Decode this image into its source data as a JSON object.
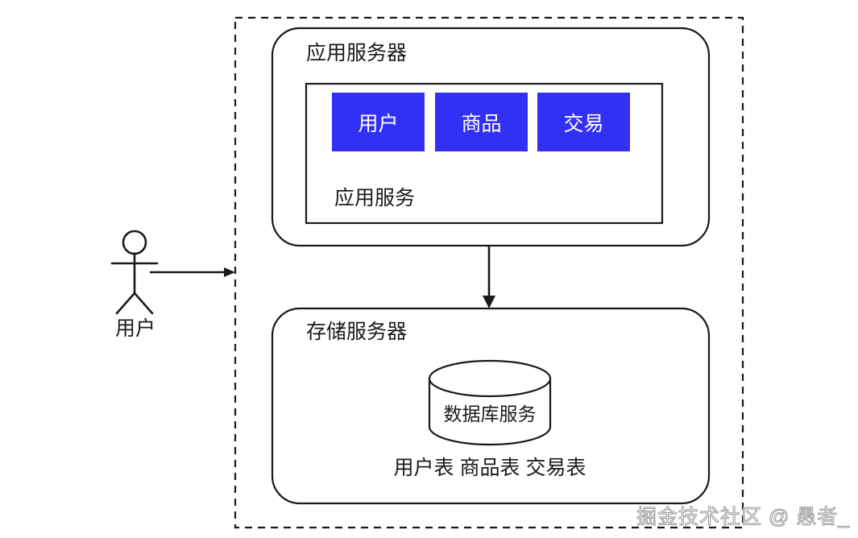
{
  "diagram": {
    "title_absent": true,
    "boundary": {
      "name": "system-boundary",
      "style": "dashed",
      "color": "#1a1a1a"
    },
    "actor": {
      "label": "用户",
      "icon": "stick-figure-actor"
    },
    "flow_arrow_actor": {
      "name": "actor-to-system-arrow",
      "direction": "right"
    },
    "app_server": {
      "title": "应用服务器",
      "inner_box": {
        "label": "应用服务",
        "modules": [
          {
            "label": "用户",
            "color": "#3330f5"
          },
          {
            "label": "商品",
            "color": "#3330f5"
          },
          {
            "label": "交易",
            "color": "#3330f5"
          }
        ]
      }
    },
    "flow_arrow_servers": {
      "name": "app-to-storage-arrow",
      "direction": "down"
    },
    "storage_server": {
      "title": "存储服务器",
      "database": {
        "label": "数据库服务",
        "icon": "database-cylinder"
      },
      "tables_label": "用户表 商品表 交易表"
    },
    "watermark": "掘金技术社区 @ 愚者_"
  }
}
